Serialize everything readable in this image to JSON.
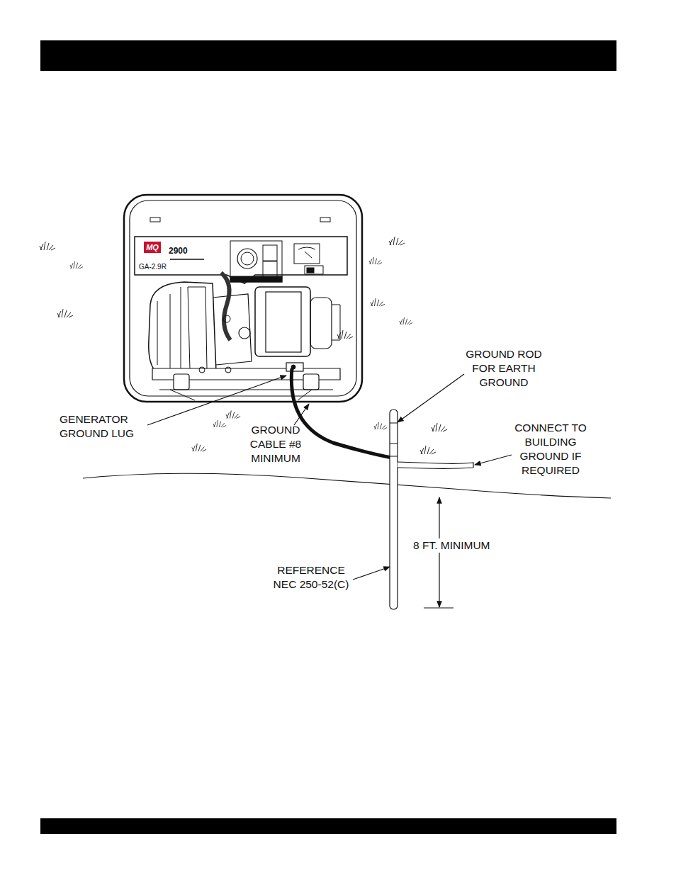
{
  "diagram": {
    "labels": [
      "MQ",
      "2900",
      "GA-2.9R",
      "GENERATOR GROUND LUG",
      "GROUND CABLE #8 MINIMUM",
      "GROUND ROD FOR EARTH GROUND",
      "CONNECT TO BUILDING GROUND IF REQUIRED",
      "8 FT. MINIMUM",
      "REFERENCE NEC 250-52(C)"
    ]
  }
}
